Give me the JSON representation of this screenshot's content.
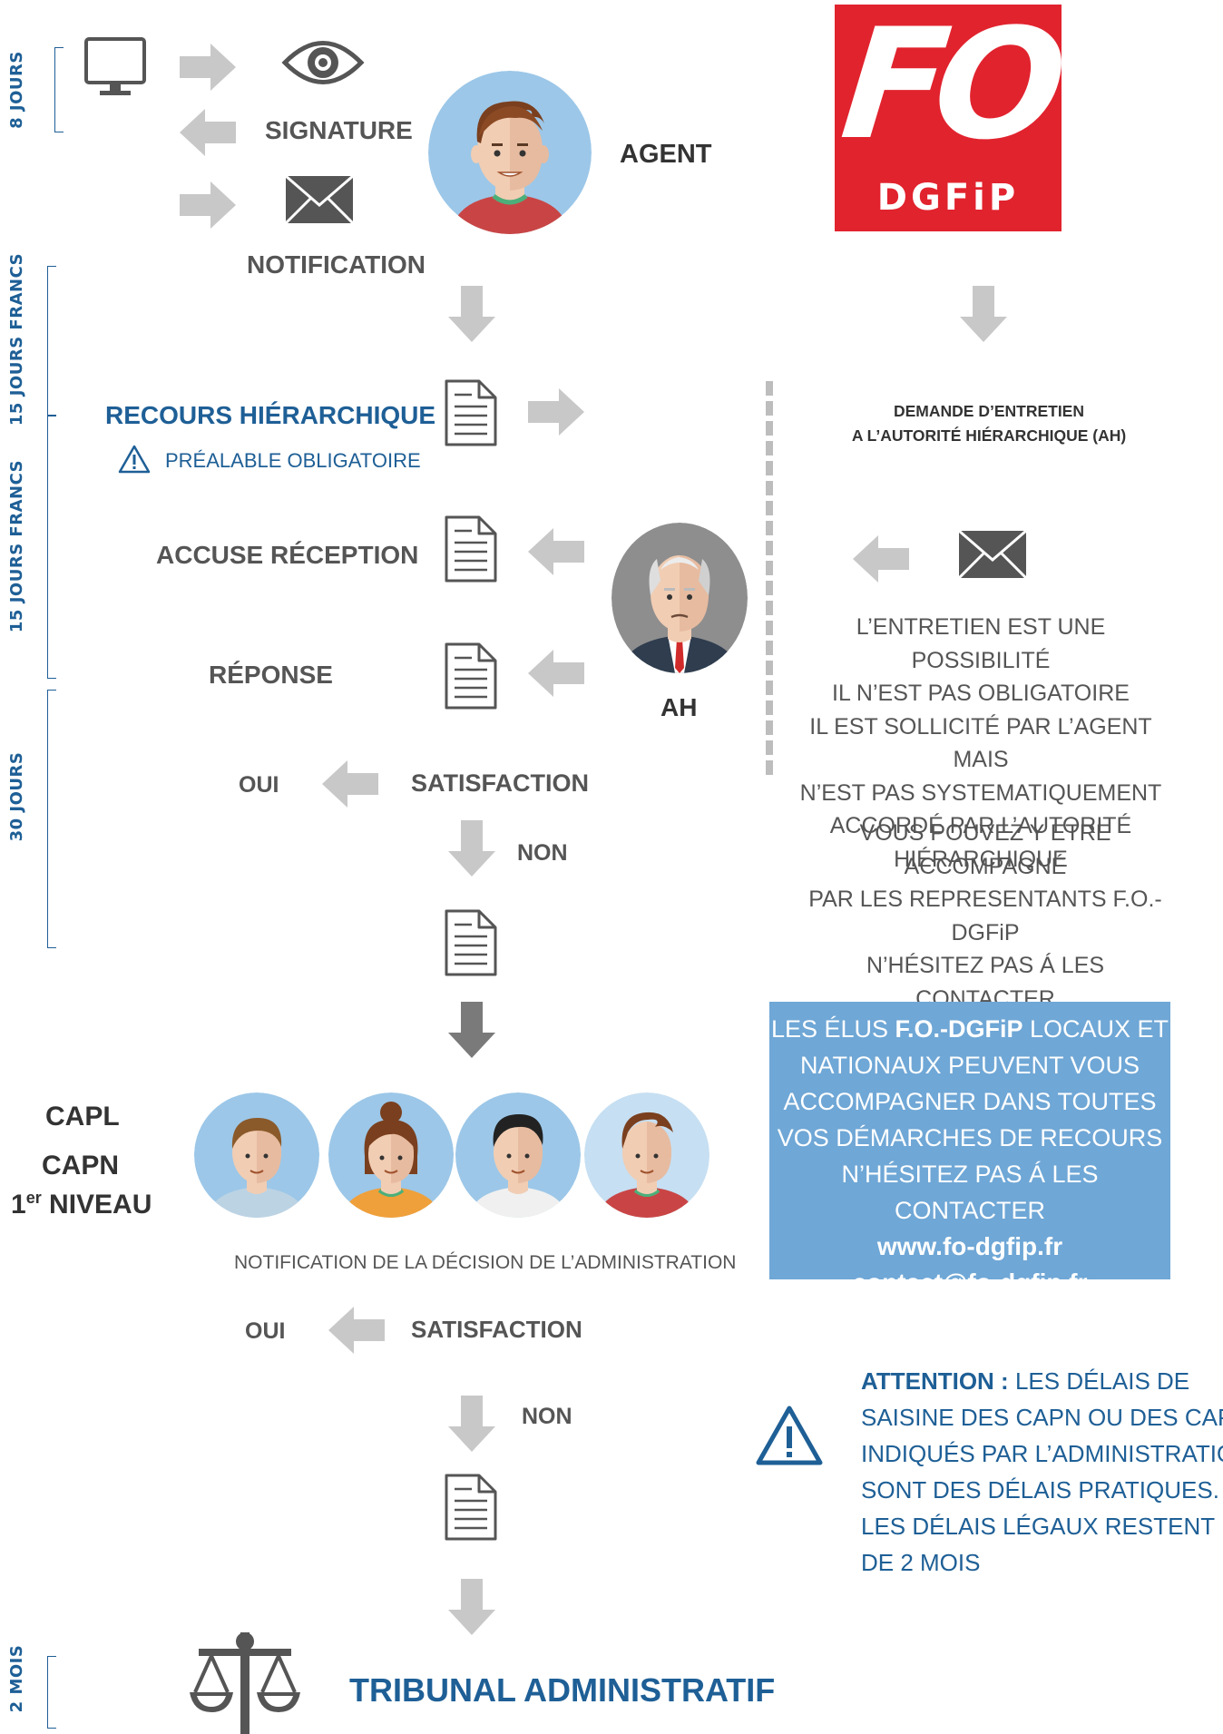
{
  "timeline": [
    {
      "label": "8 JOURS"
    },
    {
      "label": "15 JOURS FRANCS"
    },
    {
      "label": "15 JOURS FRANCS"
    },
    {
      "label": "30 JOURS"
    },
    {
      "label": "2 MOIS"
    }
  ],
  "top": {
    "signature": "SIGNATURE",
    "notification": "NOTIFICATION",
    "agent": "AGENT"
  },
  "logo": {
    "main": "FO",
    "sub": "DGFiP"
  },
  "recours": {
    "title": "RECOURS HIÉRARCHIQUE",
    "note": "PRÉALABLE OBLIGATOIRE",
    "accuse": "ACCUSE RÉCEPTION",
    "reponse": "RÉPONSE",
    "ah": "AH"
  },
  "entretien": {
    "line1": "DEMANDE D’ENTRETIEN",
    "line2": "A L’AUTORITÉ HIÉRARCHIQUE (AH)",
    "para1": [
      "L’ENTRETIEN EST UNE POSSIBILITÉ",
      "IL N’EST PAS OBLIGATOIRE",
      "IL EST SOLLICITÉ PAR L’AGENT MAIS",
      "N’EST PAS SYSTEMATIQUEMENT",
      "ACCORDÉ PAR L’AUTORITÉ HIÉRARCHIQUE"
    ],
    "para2": [
      "VOUS POUVEZ Y ETRE ACCOMPAGNÉ",
      "PAR LES REPRESENTANTS F.O.-DGFiP",
      "N’HÉSITEZ PAS Á LES CONTACTER"
    ]
  },
  "satisfaction1": {
    "oui": "OUI",
    "label": "SATISFACTION",
    "non": "NON"
  },
  "cap": {
    "line1": "CAPL",
    "line2": "CAPN",
    "line3_pre": "1",
    "line3_sup": "er",
    "line3_post": " NIVEAU"
  },
  "decision": "NOTIFICATION DE LA DÉCISION DE L’ADMINISTRATION",
  "satisfaction2": {
    "oui": "OUI",
    "label": "SATISFACTION",
    "non": "NON"
  },
  "infobox": {
    "pre": "LES ÉLUS ",
    "bold": "F.O.-DGFiP",
    "post": " LOCAUX ET",
    "lines": [
      "NATIONAUX PEUVENT VOUS",
      "ACCOMPAGNER DANS TOUTES",
      "VOS DÉMARCHES DE RECOURS",
      "N’HÉSITEZ PAS Á LES CONTACTER"
    ],
    "website": "www.fo-dgfip.fr",
    "email": "contact@fo-dgfip.fr"
  },
  "attention": {
    "title": "ATTENTION : ",
    "first": "LES DÉLAIS DE",
    "lines": [
      "SAISINE DES CAPN OU DES CAPL",
      "INDIQUÉS PAR L’ADMINISTRATION",
      "SONT DES DÉLAIS PRATIQUES.",
      "LES DÉLAIS LÉGAUX RESTENT",
      "DE 2 MOIS"
    ]
  },
  "tribunal": "TRIBUNAL ADMINISTRATIF",
  "colors": {
    "blue": "#1e5f96",
    "red": "#e1232e",
    "lightblue": "#6fa7d6",
    "arrow": "#c8c8c8",
    "darkarrow": "#7a7a7a"
  }
}
